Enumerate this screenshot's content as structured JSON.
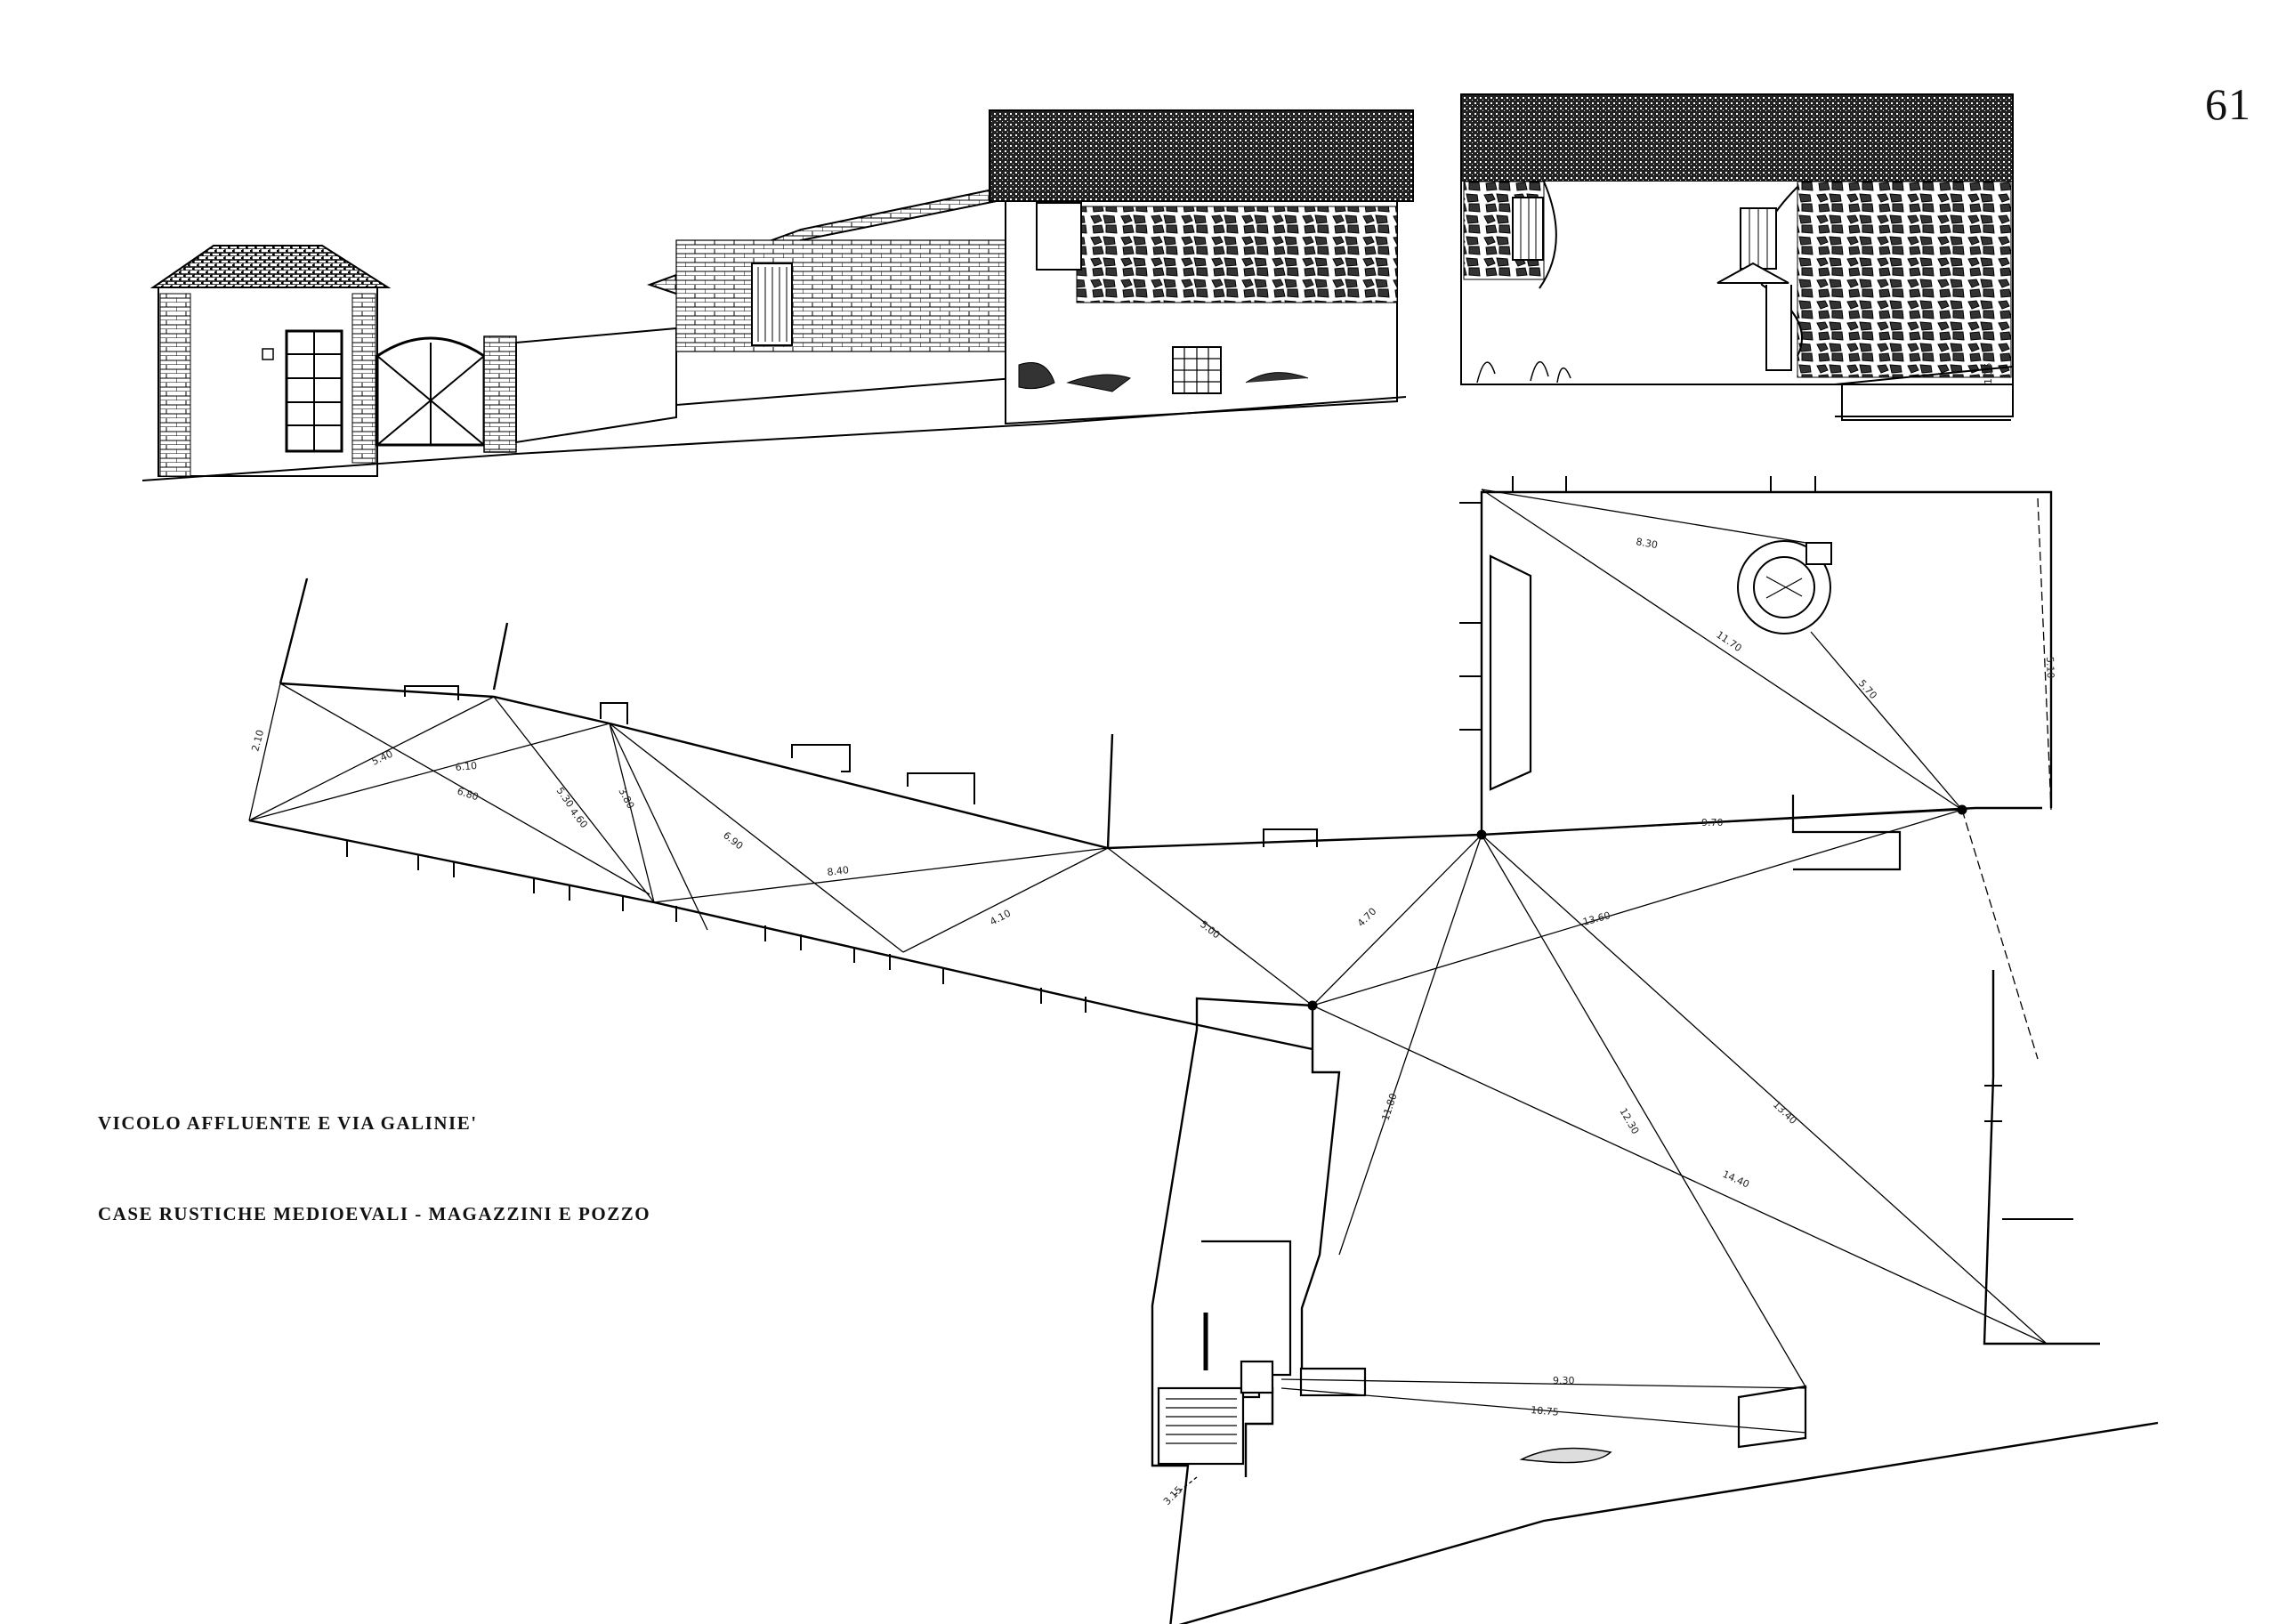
{
  "page_number": "61",
  "captions": {
    "line1": "VICOLO AFFLUENTE E VIA GALINIE'",
    "line2": "CASE RUSTICHE MEDIOEVALI - MAGAZZINI E POZZO"
  },
  "measurements": {
    "m_2_10": "2.10",
    "m_5_40": "5.40",
    "m_6_10": "6.10",
    "m_6_80": "6.80",
    "m_4_60": "4.60",
    "m_5_30": "5.30",
    "m_3_80": "3.80",
    "m_6_90": "6.90",
    "m_8_40": "8.40",
    "m_4_10": "4.10",
    "m_5_00": "5.00",
    "m_4_70": "4.70",
    "m_9_70": "9.70",
    "m_13_60": "13.60",
    "m_8_30": "8.30",
    "m_11_70": "11.70",
    "m_5_70": "5.70",
    "m_5_10": "5.10",
    "m_11_80": "11.80",
    "m_12_30": "12.30",
    "m_13_40": "13.40",
    "m_14_40": "14.40",
    "m_9_30": "9.30",
    "m_10_75": "10.75",
    "m_3_15": "3.15",
    "m_1_15": "1.15"
  }
}
